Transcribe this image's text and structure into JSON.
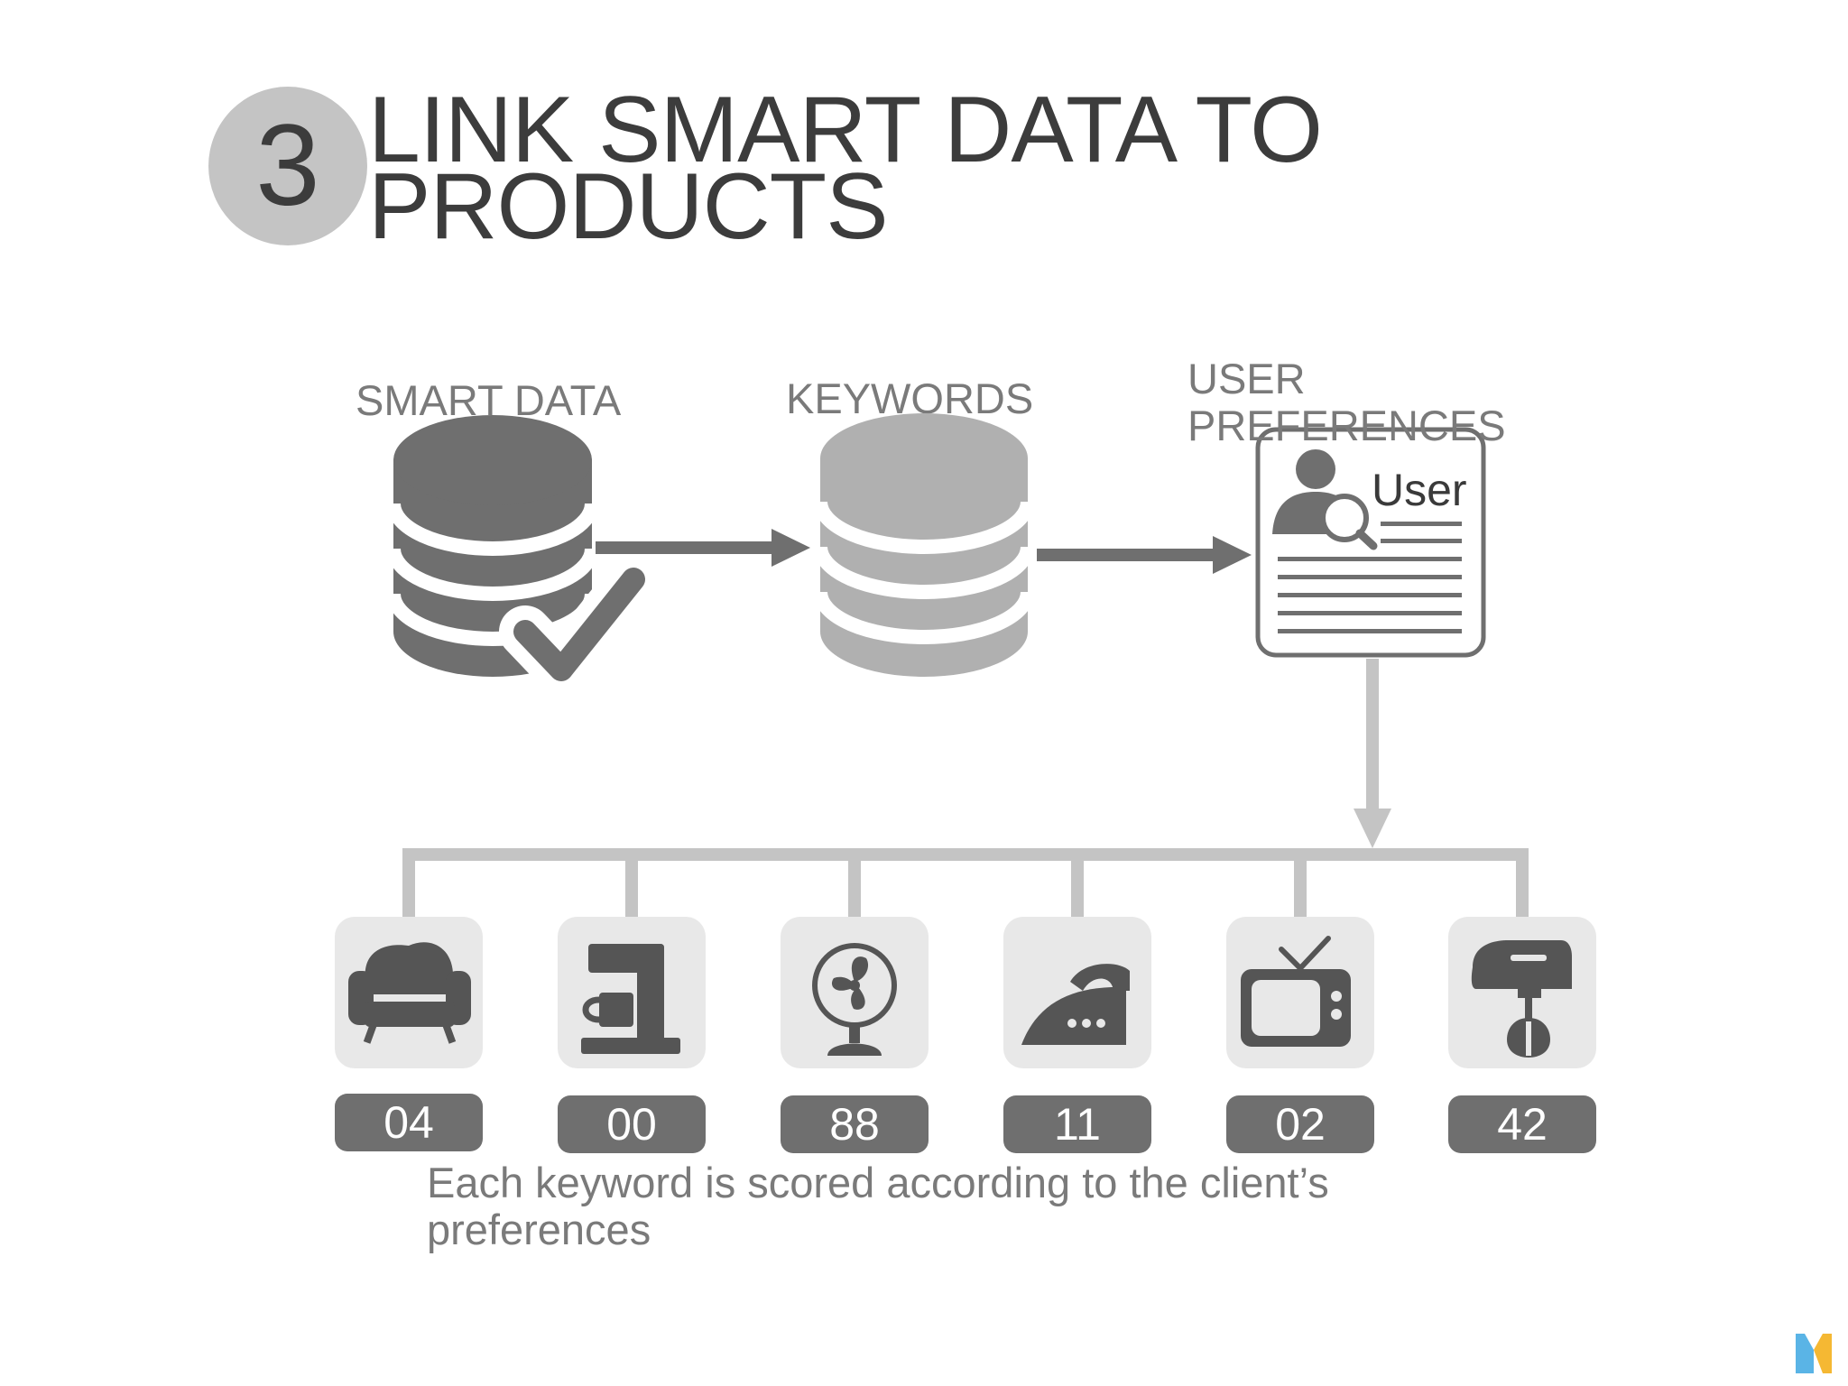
{
  "title": {
    "step_number": "3",
    "line1": "LINK SMART DATA TO",
    "line2": "PRODUCTS"
  },
  "flow": {
    "smart_data": {
      "label": "SMART DATA",
      "icon": "database-check-icon"
    },
    "keywords": {
      "label": "KEYWORDS",
      "icon": "database-icon"
    },
    "user_preferences": {
      "label_line1": "USER",
      "label_line2": "PREFERENCES",
      "card_text": "User",
      "icon": "user-profile-search-icon"
    }
  },
  "products": [
    {
      "icon": "armchair-icon",
      "score": "04"
    },
    {
      "icon": "coffee-machine-icon",
      "score": "00"
    },
    {
      "icon": "fan-icon",
      "score": "88"
    },
    {
      "icon": "iron-icon",
      "score": "11"
    },
    {
      "icon": "tv-icon",
      "score": "02"
    },
    {
      "icon": "hand-mixer-icon",
      "score": "42"
    }
  ],
  "caption": "Each keyword is scored according to the client’s preferences",
  "brand": {
    "icon": "m-logo-icon"
  },
  "colors": {
    "dark": "#3c3c3c",
    "db_dark": "#6f6f6f",
    "db_light": "#b0b0b0",
    "connector": "#c4c4c4",
    "tile": "#e8e8e8",
    "badge": "#6f6f6f",
    "label": "#7a7a7a"
  }
}
